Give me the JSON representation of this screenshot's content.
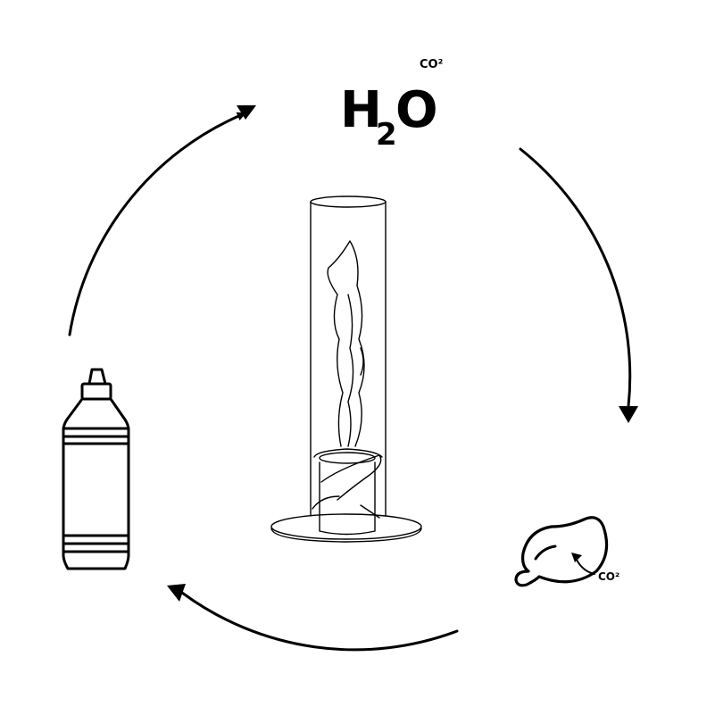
{
  "formula": {
    "h": "H",
    "sub": "2",
    "o": "O",
    "co2_top": "CO²"
  },
  "leaf": {
    "co2_label": "CO²"
  },
  "colors": {
    "stroke": "#000000",
    "background": "#ffffff"
  }
}
